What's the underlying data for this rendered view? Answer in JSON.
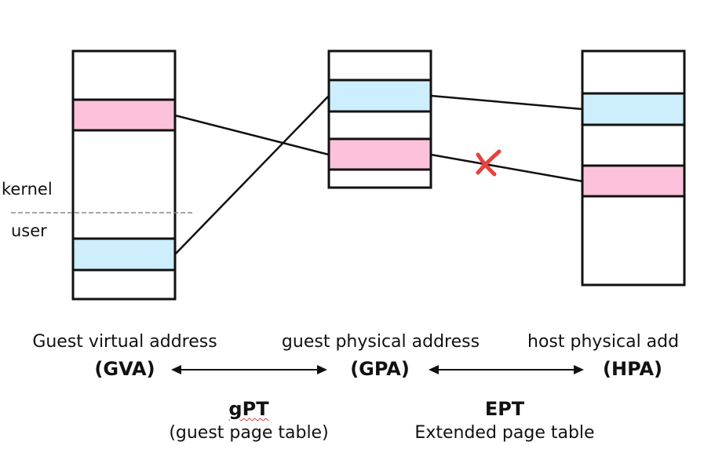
{
  "colors": {
    "pink": "#fcc2dc",
    "blue": "#cdeefc",
    "outline": "#111111",
    "cross": "#e8413a",
    "divider": "#888888"
  },
  "regions": {
    "kernel": "kernel",
    "user": "user"
  },
  "address_spaces": {
    "gva": {
      "caption": "Guest virtual address",
      "abbr": "(GVA)"
    },
    "gpa": {
      "caption": "guest physical address",
      "abbr": "(GPA)"
    },
    "hpa": {
      "caption": "host physical add",
      "abbr": "(HPA)"
    }
  },
  "translations": {
    "gpt": {
      "name": "gPT",
      "description": "(guest page table)"
    },
    "ept": {
      "name": "EPT",
      "description": "Extended page table"
    }
  },
  "mapping_status": {
    "pink_gpa_to_hpa": "broken",
    "broken_marker": "red-x-icon"
  }
}
